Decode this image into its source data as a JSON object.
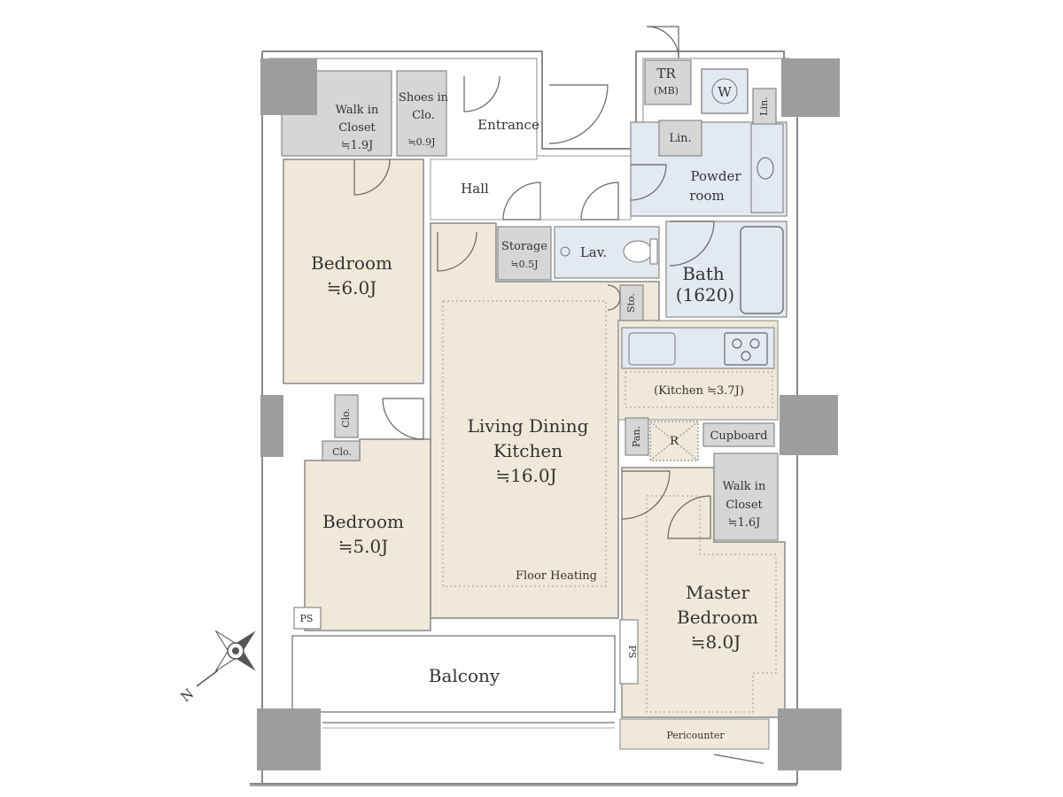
{
  "floorplan": {
    "colors": {
      "room_fill": "#f0e9da",
      "wet_fill": "#e3e9f1",
      "closet_fill": "#d6d6d6",
      "wall": "#8a8a8a",
      "pillar": "#9d9d9d",
      "line": "#777777",
      "text": "#333333"
    },
    "rooms": {
      "walk_in_closet_1": {
        "line1": "Walk in",
        "line2": "Closet",
        "area": "≒1.9J"
      },
      "shoes_in_closet": {
        "line1": "Shoes in",
        "line2": "Clo.",
        "area": "≒0.9J"
      },
      "entrance": "Entrance",
      "tr_mb": {
        "line1": "TR",
        "line2": "(MB)"
      },
      "washer": "W",
      "linen_1": "Lin.",
      "linen_2": "Lin.",
      "powder_room": {
        "line1": "Powder",
        "line2": "room"
      },
      "hall": "Hall",
      "bedroom_1": {
        "name": "Bedroom",
        "area": "≒6.0J"
      },
      "storage": {
        "name": "Storage",
        "area": "≒0.5J"
      },
      "lavatory": "Lav.",
      "bath": {
        "name": "Bath",
        "size": "(1620)"
      },
      "sto": "Sto.",
      "kitchen_note": "(Kitchen ≒3.7J)",
      "living_dining_kitchen": {
        "line1": "Living Dining",
        "line2": "Kitchen",
        "area": "≒16.0J"
      },
      "floor_heating": "Floor Heating",
      "closet_1": "Clo.",
      "closet_2": "Clo.",
      "pantry": "Pan.",
      "refrigerator": "R",
      "cupboard": "Cupboard",
      "walk_in_closet_2": {
        "line1": "Walk in",
        "line2": "Closet",
        "area": "≒1.6J"
      },
      "bedroom_2": {
        "name": "Bedroom",
        "area": "≒5.0J"
      },
      "master_bedroom": {
        "line1": "Master",
        "line2": "Bedroom",
        "area": "≒8.0J"
      },
      "ps_1": "PS",
      "ps_2": "PS",
      "balcony": "Balcony",
      "pericounter": "Pericounter"
    },
    "compass": {
      "direction": "N",
      "icon": "compass-rose-icon"
    }
  }
}
